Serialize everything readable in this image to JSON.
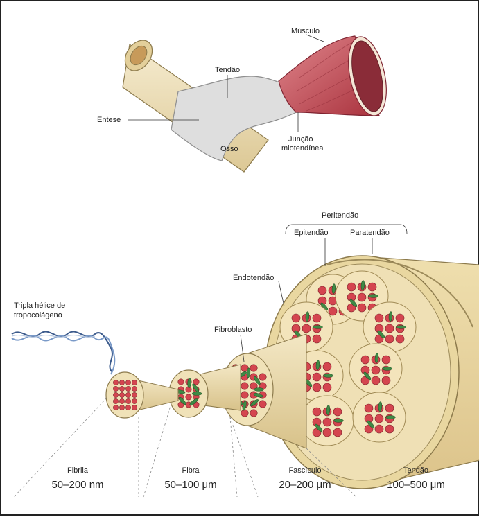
{
  "labels": {
    "musculo": "Músculo",
    "tendao_top": "Tendão",
    "entese": "Entese",
    "osso": "Osso",
    "juncao_1": "Junção",
    "juncao_2": "miotendínea",
    "peritendao": "Peritendão",
    "epitendao": "Epitendão",
    "paratendao": "Paratendão",
    "endotendao": "Endotendão",
    "fibroblasto": "Fibroblasto",
    "tripla_1": "Tripla hélice de",
    "tripla_2": "tropocolágeno"
  },
  "scale": [
    {
      "name": "Fibrila",
      "range": "50–200 nm"
    },
    {
      "name": "Fibra",
      "range": "50–100 μm"
    },
    {
      "name": "Fascículo",
      "range": "20–200 μm"
    },
    {
      "name": "Tendão",
      "range": "100–500 μm"
    }
  ],
  "colors": {
    "tendon_fill": "#ecdcaa",
    "tendon_dark": "#d3bd82",
    "bone_fill": "#f1e4c0",
    "muscle": "#c8505a",
    "muscle_dark": "#9c2f3a",
    "fibril_dot": "#d4454f",
    "fibroblast": "#3f8a45",
    "sheath": "#e2cf97"
  }
}
